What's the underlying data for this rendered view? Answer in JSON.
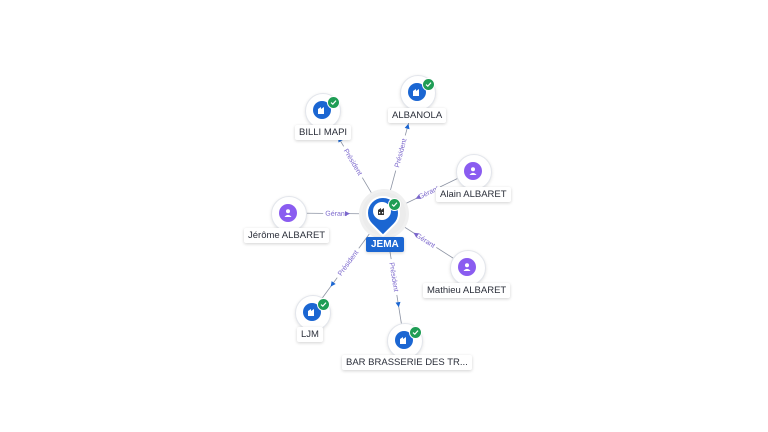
{
  "center": {
    "label": "JEMA",
    "type": "company",
    "icon": "building-icon",
    "verified": true
  },
  "nodes": [
    {
      "id": "billi",
      "label": "BILLI MAPI",
      "type": "company",
      "icon": "building-icon",
      "verified": true,
      "relation": "Président",
      "direction": "to-node"
    },
    {
      "id": "albanola",
      "label": "ALBANOLA",
      "type": "company",
      "icon": "building-icon",
      "verified": true,
      "relation": "Président",
      "direction": "to-node"
    },
    {
      "id": "alain",
      "label": "Alain ALBARET",
      "type": "person",
      "icon": "person-icon",
      "verified": false,
      "relation": "Gérant",
      "direction": "to-center"
    },
    {
      "id": "jerome",
      "label": "Jérôme ALBARET",
      "type": "person",
      "icon": "person-icon",
      "verified": false,
      "relation": "Gérant",
      "direction": "to-center"
    },
    {
      "id": "mathieu",
      "label": "Mathieu ALBARET",
      "type": "person",
      "icon": "person-icon",
      "verified": false,
      "relation": "Gérant",
      "direction": "to-center"
    },
    {
      "id": "ljm",
      "label": "LJM",
      "type": "company",
      "icon": "building-icon",
      "verified": true,
      "relation": "Président",
      "direction": "to-node"
    },
    {
      "id": "bar",
      "label": "BAR BRASSERIE DES TR...",
      "type": "company",
      "icon": "building-icon",
      "verified": true,
      "relation": "Président",
      "direction": "to-node"
    }
  ],
  "colors": {
    "company": "#1b66d2",
    "person": "#8a5cf0",
    "verified": "#1f9d55",
    "edge": "#8c93a3",
    "edge_label": "#7a66cc"
  }
}
